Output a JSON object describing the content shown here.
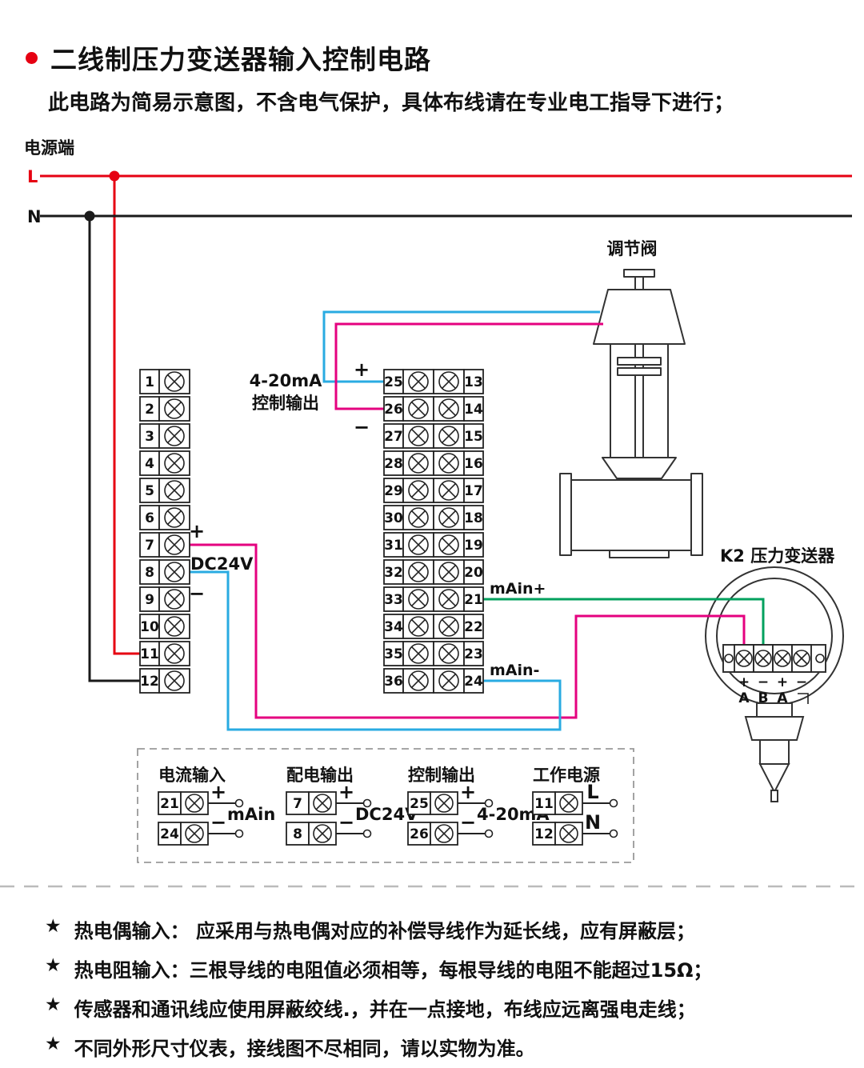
{
  "title": "二线制压力变送器输入控制电路",
  "subtitle": "此电路为简易示意图，不含电气保护，具体布线请在专业电工指导下进行；",
  "power": {
    "label": "电源端",
    "line_l": "L",
    "line_n": "N"
  },
  "device": {
    "output_label_1": "4-20mA",
    "output_label_2": "控制输出",
    "plus": "+",
    "minus": "−",
    "dc24v": "DC24V",
    "main_plus": "mAin+",
    "main_minus": "mAin-"
  },
  "valve": {
    "label": "调节阀"
  },
  "transmitter": {
    "label": "K2  压力变送器",
    "pin_signs": [
      "+",
      "−",
      "+",
      "−"
    ],
    "pin_letters": [
      "A",
      "B",
      "A"
    ]
  },
  "terminals": {
    "left": [
      "1",
      "2",
      "3",
      "4",
      "5",
      "6",
      "7",
      "8",
      "9",
      "10",
      "11",
      "12"
    ],
    "mid_left": [
      "25",
      "26",
      "27",
      "28",
      "29",
      "30",
      "31",
      "32",
      "33",
      "34",
      "35",
      "36"
    ],
    "mid_right": [
      "13",
      "14",
      "15",
      "16",
      "17",
      "18",
      "19",
      "20",
      "21",
      "22",
      "23",
      "24"
    ]
  },
  "legend": {
    "groups": [
      {
        "title": "电流输入",
        "rows": [
          {
            "num": "21",
            "sign": "+"
          },
          {
            "num": "24",
            "sign": "−"
          }
        ],
        "label": "mAin"
      },
      {
        "title": "配电输出",
        "rows": [
          {
            "num": "7",
            "sign": "+"
          },
          {
            "num": "8",
            "sign": "−"
          }
        ],
        "label": "DC24V"
      },
      {
        "title": "控制输出",
        "rows": [
          {
            "num": "25",
            "sign": "+"
          },
          {
            "num": "26",
            "sign": "−"
          }
        ],
        "label": "4-20mA"
      },
      {
        "title": "工作电源",
        "rows": [
          {
            "num": "11",
            "sign": "L"
          },
          {
            "num": "12",
            "sign": "N"
          }
        ],
        "label": ""
      }
    ]
  },
  "notes": [
    "热电偶输入： 应采用与热电偶对应的补偿导线作为延长线，应有屏蔽层；",
    "热电阻输入：三根导线的电阻值必须相等，每根导线的电阻不能超过15Ω；",
    "传感器和通讯线应使用屏蔽绞线.，并在一点接地，布线应远离强电走线；",
    "不同外形尺寸仪表，接线图不尽相同，请以实物为准。"
  ],
  "colors": {
    "wire_live": "#e60012",
    "wire_neutral": "#1a1a1a",
    "wire_cyan": "#29abe2",
    "wire_magenta": "#e4007f",
    "wire_green": "#00a05e"
  }
}
